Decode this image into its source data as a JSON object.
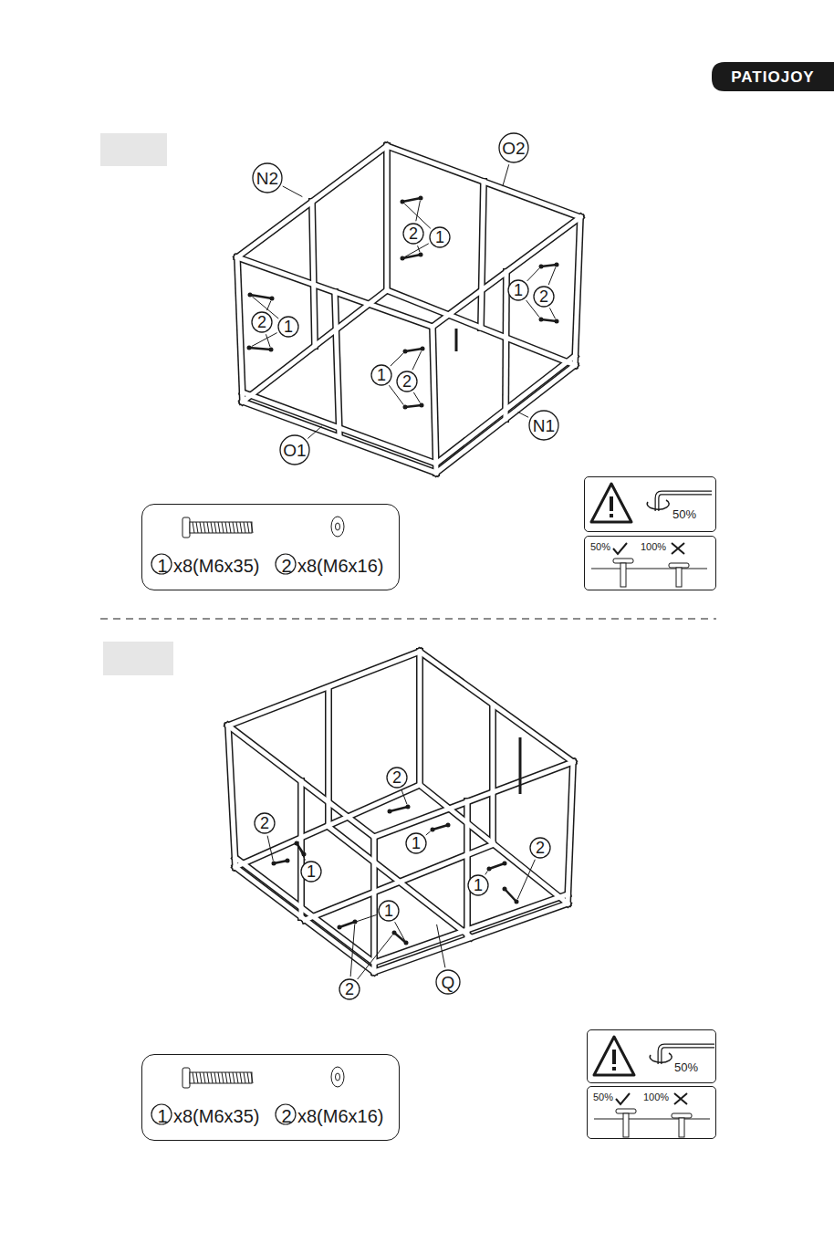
{
  "diagram": {
    "nodes": [
      {
        "text": [
          "PATIOJOY"
        ]
      },
      {
        "text": [
          "1",
          "x8(M6x35)",
          "2",
          "x8(M6x16)"
        ]
      },
      {
        "text": [
          "50%"
        ]
      },
      {
        "text": [
          "50%",
          "100%"
        ]
      },
      {
        "text": [
          "1",
          "x8(M6x35)",
          "2",
          "x8(M6x16)"
        ]
      },
      {
        "text": [
          "50%"
        ]
      },
      {
        "text": [
          "50%",
          "100%"
        ]
      }
    ],
    "labels": [
      "N2",
      "O2",
      "2",
      "1",
      "1",
      "2",
      "2",
      "1",
      "1",
      "2",
      "O1",
      "N1",
      "2",
      "1",
      "2",
      "1",
      "1",
      "2",
      "1",
      "2",
      "Q"
    ]
  }
}
